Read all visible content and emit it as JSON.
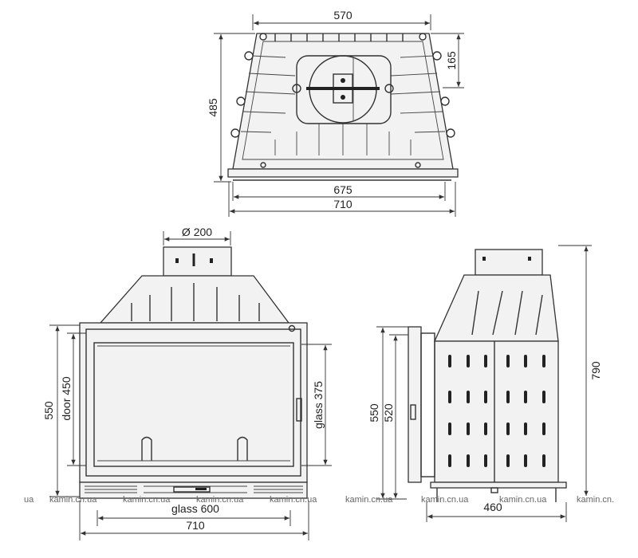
{
  "top_view": {
    "dims": {
      "top_width": "570",
      "depth": "485",
      "flue_offset": "165",
      "inner_width": "675",
      "overall_width": "710"
    }
  },
  "front_view": {
    "dims": {
      "flue_diameter": "Ø 200",
      "height": "550",
      "door_height": "door 450",
      "glass_height": "glass 375",
      "glass_width": "glass 600",
      "overall_width": "710"
    }
  },
  "side_view": {
    "dims": {
      "height": "550",
      "door_side_height": "520",
      "total_height": "790",
      "depth": "460"
    }
  },
  "watermark": {
    "partial_left": "ua",
    "text": "kamin.cn.ua",
    "partial_right": "kamin.cn."
  }
}
